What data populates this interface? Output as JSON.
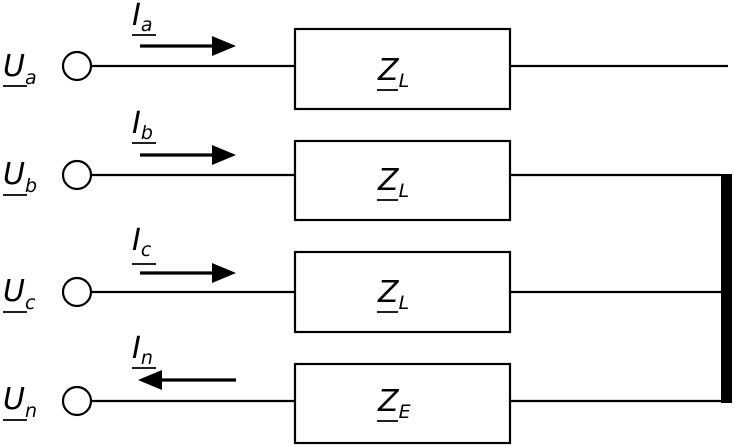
{
  "rows": [
    {
      "voltage": {
        "main": "U",
        "sub": "a"
      },
      "current": {
        "main": "I",
        "sub": "a",
        "direction": "right"
      },
      "impedance": {
        "main": "Z",
        "sub": "L"
      }
    },
    {
      "voltage": {
        "main": "U",
        "sub": "b"
      },
      "current": {
        "main": "I",
        "sub": "b",
        "direction": "right"
      },
      "impedance": {
        "main": "Z",
        "sub": "L"
      }
    },
    {
      "voltage": {
        "main": "U",
        "sub": "c"
      },
      "current": {
        "main": "I",
        "sub": "c",
        "direction": "right"
      },
      "impedance": {
        "main": "Z",
        "sub": "L"
      }
    },
    {
      "voltage": {
        "main": "U",
        "sub": "n"
      },
      "current": {
        "main": "I",
        "sub": "n",
        "direction": "left"
      },
      "impedance": {
        "main": "Z",
        "sub": "E"
      }
    }
  ]
}
